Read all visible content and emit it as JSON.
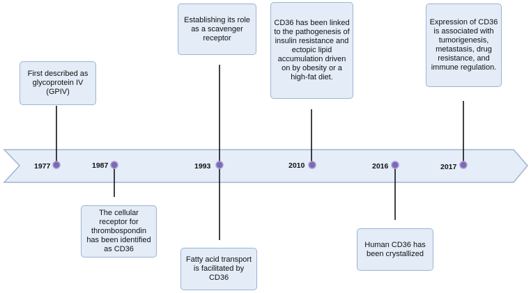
{
  "colors": {
    "arrow_fill": "#e4edf8",
    "arrow_stroke": "#9db4d2",
    "box_fill": "#e3ecf7",
    "box_stroke": "#9bb4d3",
    "dot_fill": "#7f68b3",
    "dot_stroke": "#a9a0d6",
    "connector": "#111111"
  },
  "events": [
    {
      "year": "1977",
      "text": "First described as glycoprotein IV (GPIV)"
    },
    {
      "year": "1987",
      "text": "The cellular receptor for thrombospondin has been identified as CD36"
    },
    {
      "year": "1993",
      "text": "Establishing its role as a scavenger receptor"
    },
    {
      "year": "1993",
      "text": "Fatty acid transport is facilitated by CD36"
    },
    {
      "year": "2010",
      "text": "CD36 has been linked to the pathogenesis of insulin resistance and ectopic lipid accumulation driven on by obesity or a high-fat diet."
    },
    {
      "year": "2016",
      "text": "Human CD36 has been crystallized"
    },
    {
      "year": "2017",
      "text": "Expression of CD36 is associated with tumorigenesis, metastasis, drug resistance, and immune regulation."
    }
  ]
}
